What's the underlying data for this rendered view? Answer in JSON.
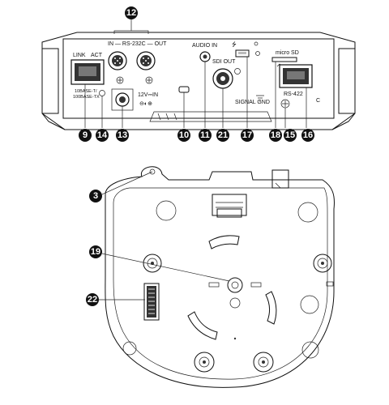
{
  "labels": {
    "rs232c": "IN — RS-232C — OUT",
    "link": "LINK",
    "act": "ACT",
    "eth_speed_1": "10BASE-T/",
    "eth_speed_2": "100BASE-TX",
    "dc_in": "12V⎓IN",
    "audio_in": "AUDIO IN",
    "sdi_out": "SDI OUT",
    "usb_icon": "⭍",
    "micro_sd": "micro SD",
    "rs422": "RS-422",
    "signal_gnd": "SIGNAL GND"
  },
  "callouts": {
    "c3": "3",
    "c9": "9",
    "c10": "10",
    "c11": "11",
    "c12": "12",
    "c13": "13",
    "c14": "14",
    "c15": "15",
    "c16": "16",
    "c17": "17",
    "c18": "18",
    "c19": "19",
    "c21": "21",
    "c22": "22"
  }
}
